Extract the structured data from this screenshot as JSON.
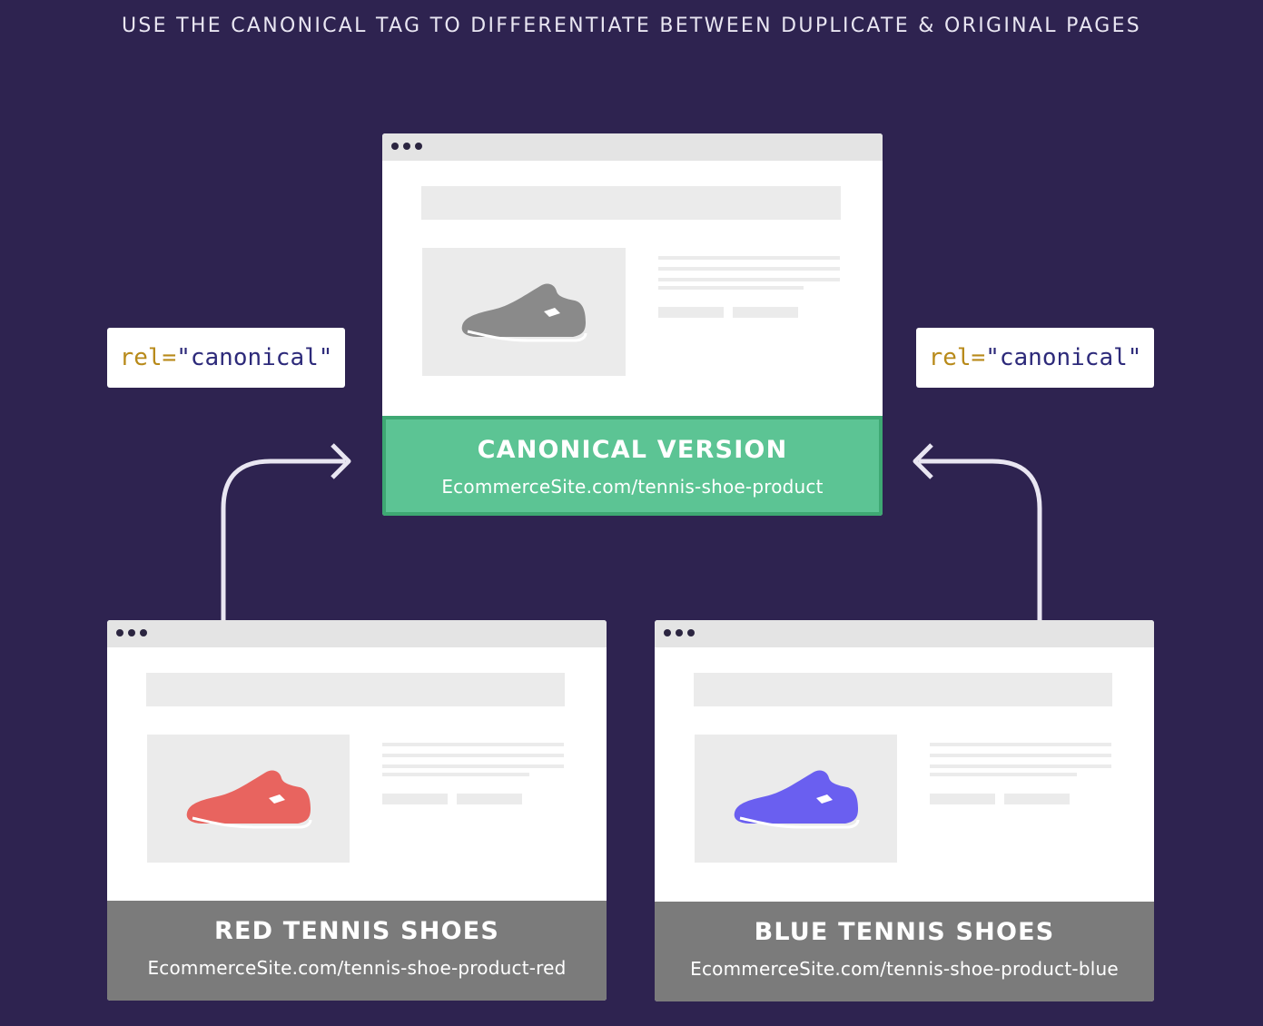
{
  "headline": "USE THE CANONICAL TAG TO DIFFERENTIATE BETWEEN DUPLICATE & ORIGINAL PAGES",
  "tags": {
    "left": {
      "attr": "rel=",
      "value": "\"canonical\""
    },
    "right": {
      "attr": "rel=",
      "value": "\"canonical\""
    }
  },
  "pages": {
    "canonical": {
      "title": "CANONICAL VERSION",
      "url": "EcommerceSite.com/tennis-shoe-product",
      "shoe_color": "#8a8a8a",
      "icon": "shoe-icon"
    },
    "red": {
      "title": "RED TENNIS SHOES",
      "url": "EcommerceSite.com/tennis-shoe-product-red",
      "shoe_color": "#e8645f",
      "icon": "shoe-icon"
    },
    "blue": {
      "title": "BLUE TENNIS SHOES",
      "url": "EcommerceSite.com/tennis-shoe-product-blue",
      "shoe_color": "#6a5ff0",
      "icon": "shoe-icon"
    }
  },
  "colors": {
    "background": "#2e2350",
    "canonical_footer": "#5cc494",
    "duplicate_footer": "#7b7b7b",
    "arrow": "#e9e6f2"
  }
}
